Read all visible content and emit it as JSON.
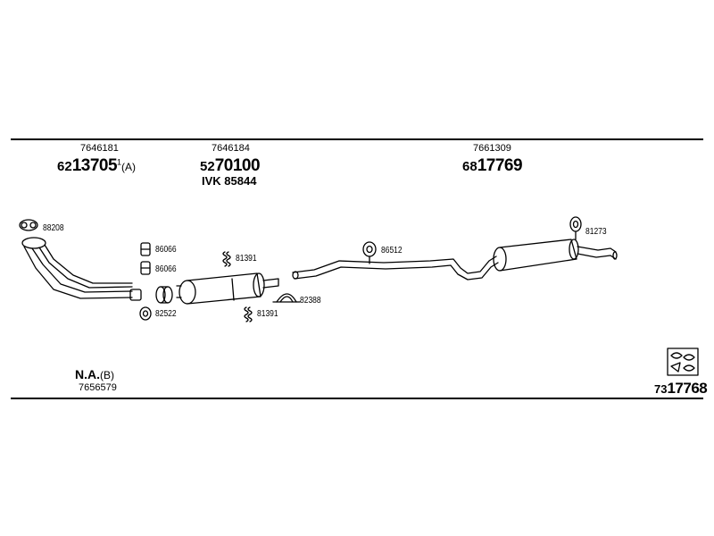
{
  "header": {
    "sections": [
      {
        "code": "7646181",
        "prefix": "62",
        "main": "13705",
        "sup": "1",
        "suffix": "(A)"
      },
      {
        "code": "7646184",
        "prefix": "52",
        "main": "70100",
        "kit": "IVK 85844"
      },
      {
        "code": "7661309",
        "prefix": "68",
        "main": "17769"
      }
    ]
  },
  "footer": {
    "na_label": "N.A.",
    "na_suffix": "(B)",
    "na_code": "7656579",
    "ref_prefix": "73",
    "ref_main": "17768"
  },
  "parts": {
    "p88208": "88208",
    "p86066_top": "86066",
    "p86066_bottom": "86066",
    "p82522": "82522",
    "p81391_top": "81391",
    "p81391_bottom": "81391",
    "p82388": "82388",
    "p86512": "86512",
    "p81273": "81273"
  }
}
